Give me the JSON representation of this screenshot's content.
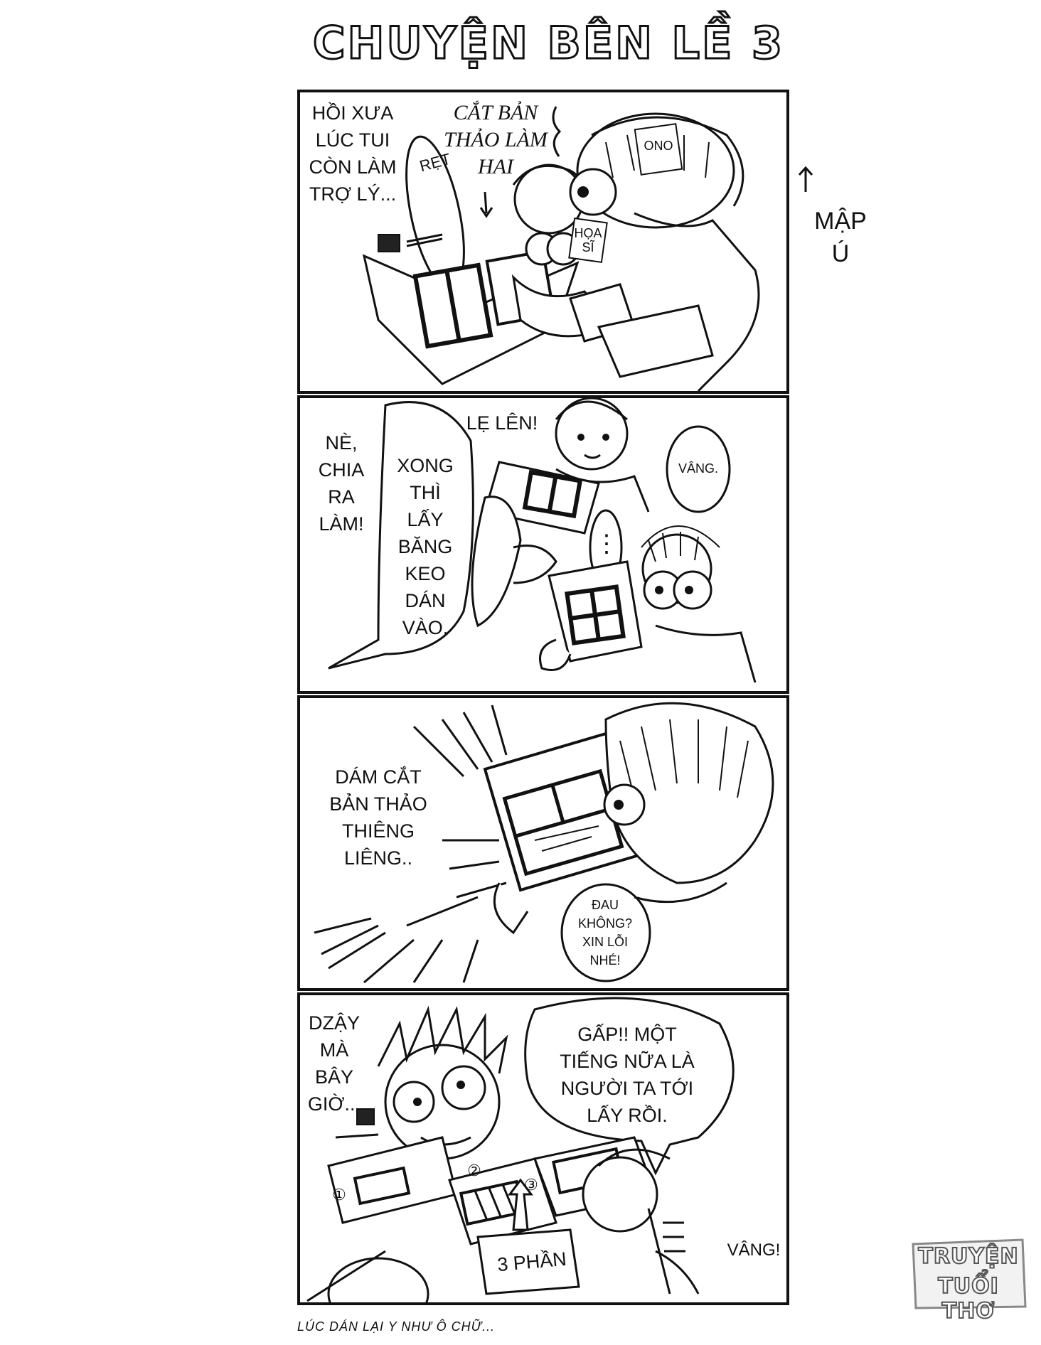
{
  "page": {
    "title": "CHUYỆN BÊN LỀ 3",
    "caption": "LÚC DÁN LẠI Y NHƯ Ô CHỮ...",
    "watermark": {
      "line1": "TRUYỆN",
      "line2": "TUỔI THƠ"
    }
  },
  "side_note": "MẬP\nÚ",
  "panels": [
    {
      "narration": "HỒI XƯA\nLÚC TUI\nCÒN LÀM\nTRỢ LÝ...",
      "caption_note": "CẮT BẢN\nTHẢO LÀM\nHAI",
      "bubble_sfx": "RẸT",
      "tag_ono": "ONO",
      "tag_artist": "HỌA\nSĨ"
    },
    {
      "shout": "LẸ LÊN!",
      "left_bubble": "NÈ,\nCHIA\nRA\nLÀM!",
      "middle_bubble": "XONG\nTHÌ\nLẤY\nBĂNG\nKEO\nDÁN\nVÀO.",
      "reply": "VÂNG.",
      "silence": "⋮"
    },
    {
      "narration": "DÁM CẮT\nBẢN THẢO\nTHIÊNG\nLIÊNG..",
      "bubble": "ĐAU\nKHÔNG?\nXIN LỖI\nNHÉ!"
    },
    {
      "narration": "DZẬY\nMÀ\nBÂY\nGIỜ...",
      "big_bubble": "GẤP!! MỘT\nTIẾNG NỮA LÀ\nNGƯỜI TA TỚI\nLẤY RỒI.",
      "sign": "3 PHẦN",
      "reply": "VÂNG!",
      "marker_1": "①",
      "marker_2": "②",
      "marker_3": "③"
    }
  ]
}
